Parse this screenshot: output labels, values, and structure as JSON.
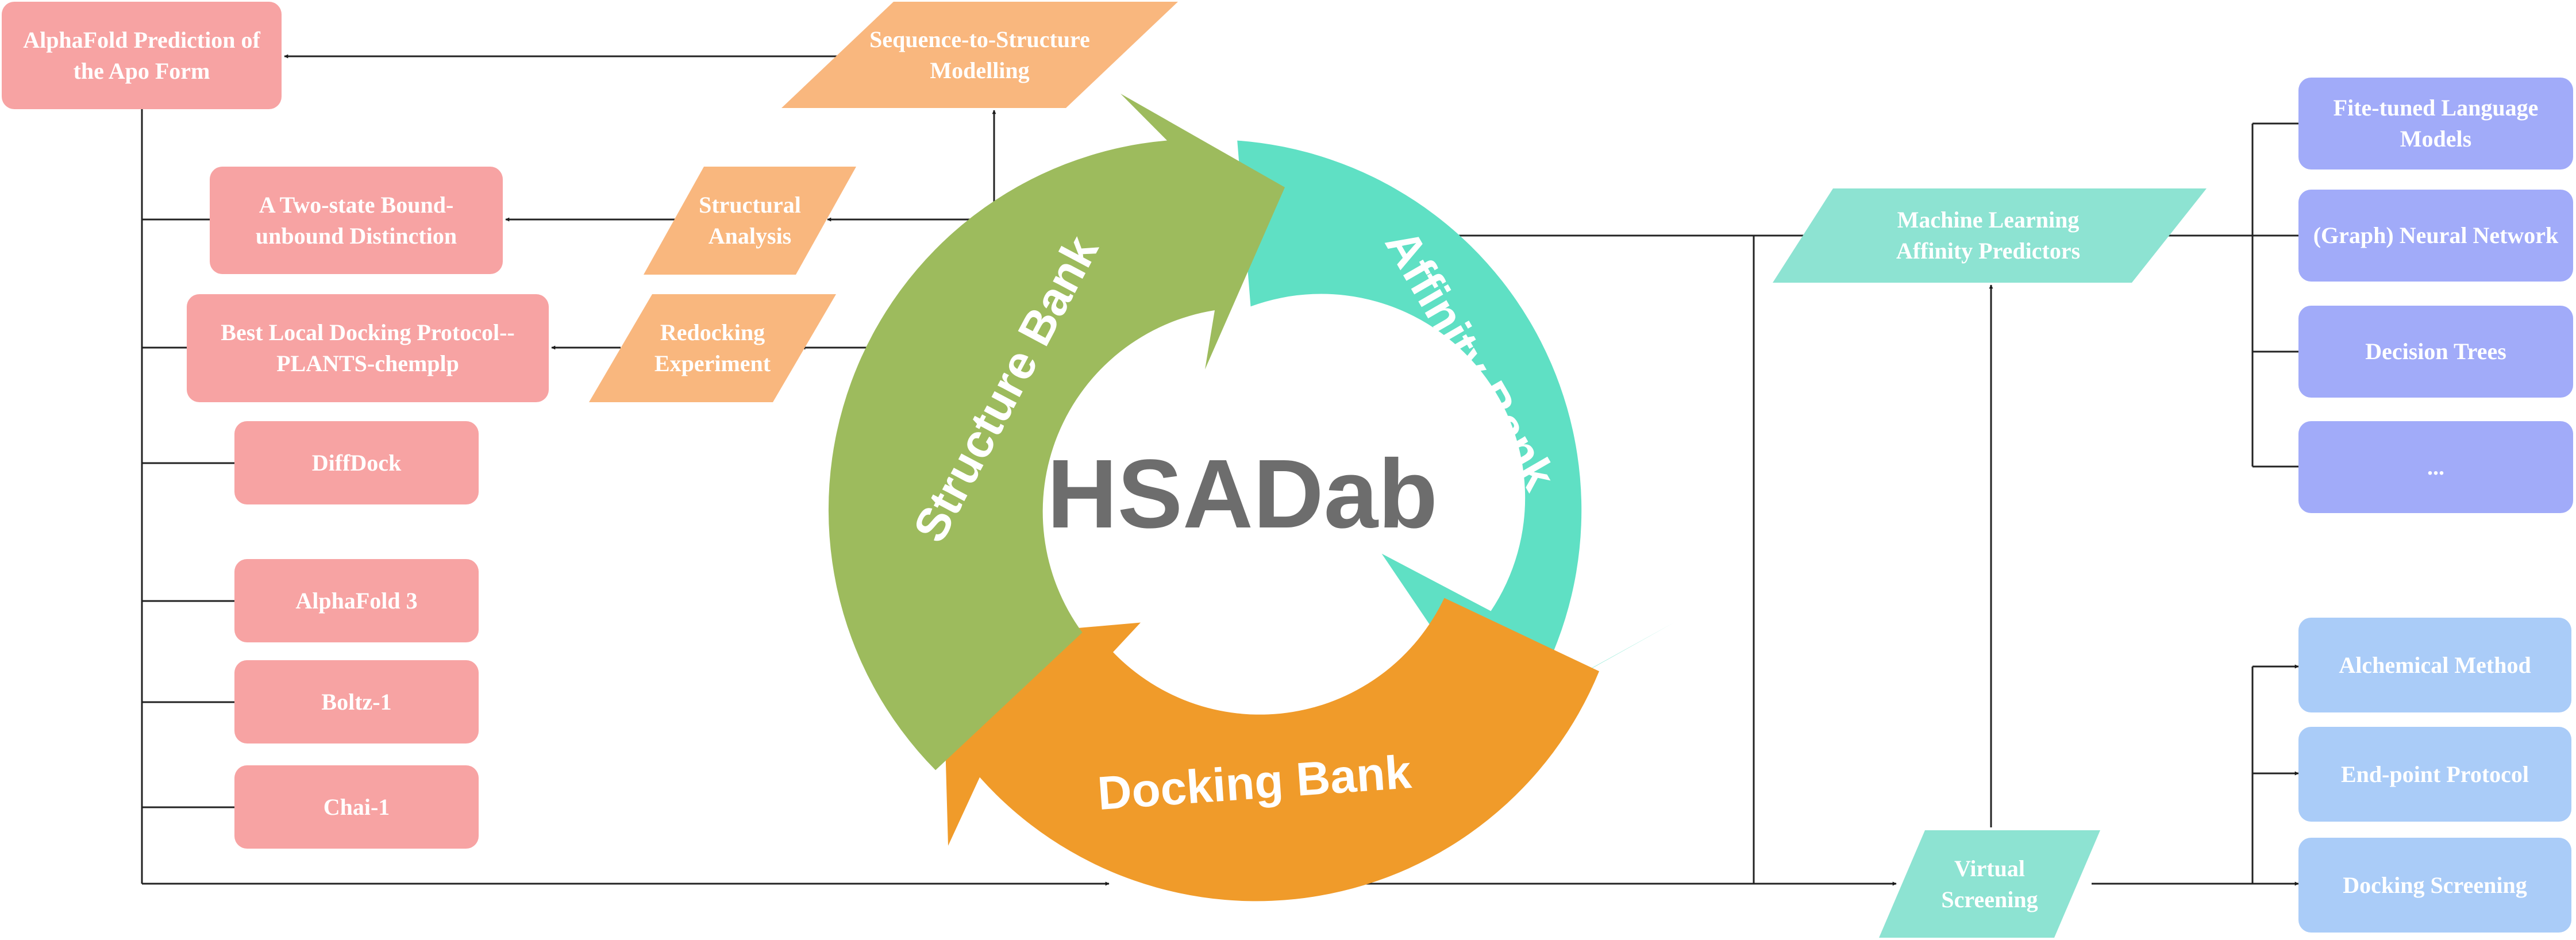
{
  "center": {
    "title": "HSADab"
  },
  "cycle": {
    "structure_label": "Structure Bank",
    "affinity_label": "Affinity Bank",
    "docking_label": "Docking Bank",
    "colors": {
      "structure": "#9dbb5d",
      "affinity": "#5fe0c4",
      "docking": "#f09b2a"
    }
  },
  "left_steps": {
    "sequence_to_structure": "Sequence-to-Structure Modelling",
    "structural_analysis": "Structural Analysis",
    "redocking_experiment": "Redocking Experiment"
  },
  "left_boxes": {
    "alphafold_apo": "AlphaFold Prediction of the Apo Form",
    "two_state": "A Two-state Bound-unbound Distinction",
    "best_docking": "Best Local Docking Protocol--PLANTS-chemplp",
    "diffdock": "DiffDock",
    "alphafold3": "AlphaFold 3",
    "boltz1": "Boltz-1",
    "chai1": "Chai-1"
  },
  "right_steps": {
    "ml_predictors": "Machine Learning Affinity Predictors",
    "virtual_screening": "Virtual Screening"
  },
  "ml_methods": [
    "Fite-tuned Language Models",
    "(Graph) Neural Network",
    "Decision Trees",
    "..."
  ],
  "screening_methods": [
    "Alchemical Method",
    "End-point Protocol",
    "Docking Screening"
  ],
  "colors": {
    "pink_box": "#f7a3a3",
    "orange_step": "#f9b77e",
    "teal_step": "#8de3d2",
    "violet_box": "#a1abf9",
    "lightblue_box": "#aaccf8",
    "center_text": "#6d6d6d"
  }
}
